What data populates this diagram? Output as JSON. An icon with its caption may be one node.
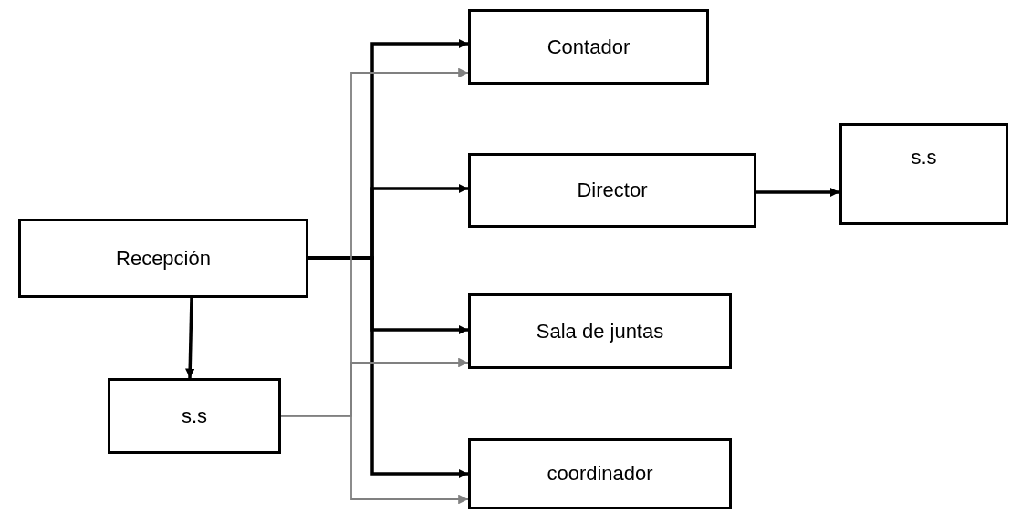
{
  "diagram": {
    "nodes": [
      {
        "text": [
          "Recepción"
        ]
      },
      {
        "text": [
          "s.s"
        ]
      },
      {
        "text": [
          "Contador"
        ]
      },
      {
        "text": [
          "Director"
        ]
      },
      {
        "text": [
          "s.s"
        ]
      },
      {
        "text": [
          "Sala de juntas"
        ]
      },
      {
        "text": [
          "coordinador"
        ]
      }
    ],
    "edges": [
      {
        "from": 0,
        "to": 1,
        "arrow": "to"
      },
      {
        "from": 0,
        "to": 2,
        "arrow": "to"
      },
      {
        "from": 0,
        "to": 3,
        "arrow": "to"
      },
      {
        "from": 0,
        "to": 5,
        "arrow": "to"
      },
      {
        "from": 0,
        "to": 6,
        "arrow": "to"
      },
      {
        "from": 3,
        "to": 4,
        "arrow": "to"
      },
      {
        "from": 1,
        "to": 2,
        "arrow": "to",
        "color": "#808080"
      },
      {
        "from": 1,
        "to": 5,
        "arrow": "to",
        "color": "#808080"
      },
      {
        "from": 1,
        "to": 6,
        "arrow": "to",
        "color": "#808080"
      }
    ]
  }
}
